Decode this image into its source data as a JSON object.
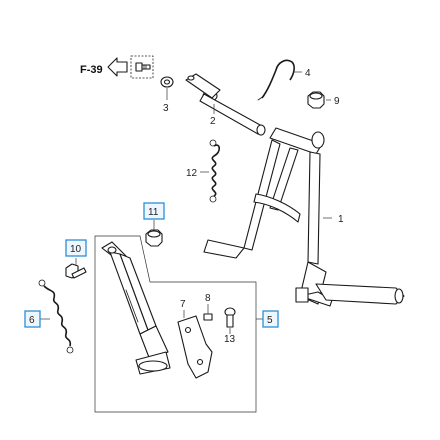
{
  "reference": {
    "label": "F-39"
  },
  "callouts": [
    {
      "id": "callout-1",
      "text": "1",
      "highlighted": false
    },
    {
      "id": "callout-2",
      "text": "2",
      "highlighted": false
    },
    {
      "id": "callout-3",
      "text": "3",
      "highlighted": false
    },
    {
      "id": "callout-4",
      "text": "4",
      "highlighted": false
    },
    {
      "id": "callout-5",
      "text": "5",
      "highlighted": true
    },
    {
      "id": "callout-6",
      "text": "6",
      "highlighted": true
    },
    {
      "id": "callout-7",
      "text": "7",
      "highlighted": false
    },
    {
      "id": "callout-8",
      "text": "8",
      "highlighted": false
    },
    {
      "id": "callout-9",
      "text": "9",
      "highlighted": false
    },
    {
      "id": "callout-10",
      "text": "10",
      "highlighted": true
    },
    {
      "id": "callout-11",
      "text": "11",
      "highlighted": true
    },
    {
      "id": "callout-12",
      "text": "12",
      "highlighted": false
    },
    {
      "id": "callout-13",
      "text": "13",
      "highlighted": false
    }
  ],
  "colors": {
    "highlight_border": "#2a8fd6",
    "line": "#1a1a1a",
    "background": "#ffffff"
  },
  "icons": {
    "reference_arrow": "left-arrow-icon",
    "dashed_bolt": "bolt-icon"
  }
}
